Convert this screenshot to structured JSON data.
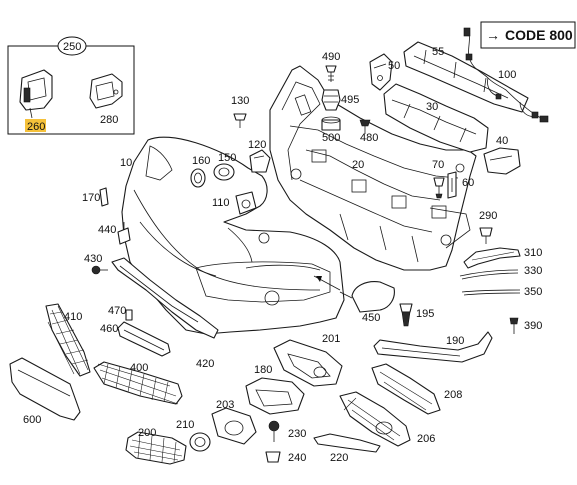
{
  "code_box": {
    "arrow": "→",
    "text": "CODE 800"
  },
  "inset": {
    "group": "250",
    "left": "260",
    "right": "280"
  },
  "labels": {
    "p10": "10",
    "p20": "20",
    "p30": "30",
    "p40": "40",
    "p50": "50",
    "p55": "55",
    "p60": "60",
    "p70": "70",
    "p100": "100",
    "p110": "110",
    "p120": "120",
    "p130": "130",
    "p150": "150",
    "p160": "160",
    "p170": "170",
    "p180": "180",
    "p190": "190",
    "p195": "195",
    "p200": "200",
    "p201": "201",
    "p203": "203",
    "p206": "206",
    "p208": "208",
    "p210": "210",
    "p220": "220",
    "p230": "230",
    "p240": "240",
    "p290": "290",
    "p310": "310",
    "p330": "330",
    "p350": "350",
    "p390": "390",
    "p400": "400",
    "p410": "410",
    "p420": "420",
    "p430": "430",
    "p440": "440",
    "p450": "450",
    "p460": "460",
    "p470": "470",
    "p480": "480",
    "p490": "490",
    "p495": "495",
    "p500": "500",
    "p600": "600"
  },
  "highlight_color": "#f5c13a"
}
